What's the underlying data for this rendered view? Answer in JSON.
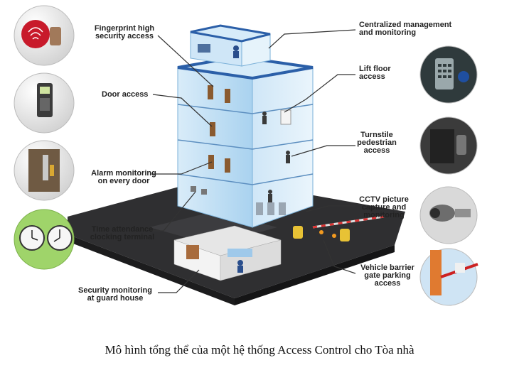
{
  "diagram": {
    "title": "Access Control System Overview",
    "labels": {
      "fingerprint": "Fingerprint high\nsecurity access",
      "door_access": "Door access",
      "alarm": "Alarm monitoring\non every door",
      "time_attendance": "Time attendance\nclocking terminal",
      "security_monitoring": "Security monitoring\nat guard house",
      "centralized": "Centralized management\nand monitoring",
      "lift": "Lift floor\naccess",
      "turnstile": "Turnstile\npedestrian\naccess",
      "cctv": "CCTV picture\ncapture and\nmonitoring",
      "vehicle": "Vehicle barrier\ngate parking\naccess"
    },
    "icons": {
      "left": [
        "fingerprint-scanner-icon",
        "card-reader-icon",
        "door-lock-icon",
        "clock-icon"
      ],
      "right": [
        "keypad-icon",
        "card-swipe-icon",
        "cctv-camera-icon",
        "barrier-gate-icon"
      ]
    },
    "colors": {
      "glass": "#bfe0f5",
      "roof": "#2b5fa8",
      "ground": "#2e2e30",
      "leader": "#333333"
    }
  },
  "caption": "Mô hình tổng thể của một hệ thống Access Control cho Tòa nhà"
}
